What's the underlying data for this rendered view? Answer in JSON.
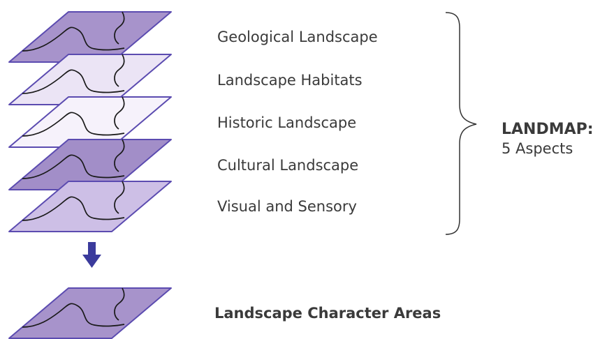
{
  "layers": [
    {
      "label": "Geological Landscape",
      "fill": "#a793cb"
    },
    {
      "label": "Landscape Habitats",
      "fill": "#ebe4f5"
    },
    {
      "label": "Historic Landscape",
      "fill": "#f6f2fb"
    },
    {
      "label": "Cultural Landscape",
      "fill": "#a28ec8"
    },
    {
      "label": "Visual and Sensory",
      "fill": "#cdbfe6"
    }
  ],
  "result": {
    "label": "Landscape Character Areas",
    "fill": "#a793cb"
  },
  "group": {
    "title": "LANDMAP:",
    "subtitle": "5 Aspects"
  },
  "colors": {
    "outline": "#5b4bb0",
    "line": "#1a1a1a",
    "arrow": "#3b3b9c",
    "brace": "#333333"
  }
}
